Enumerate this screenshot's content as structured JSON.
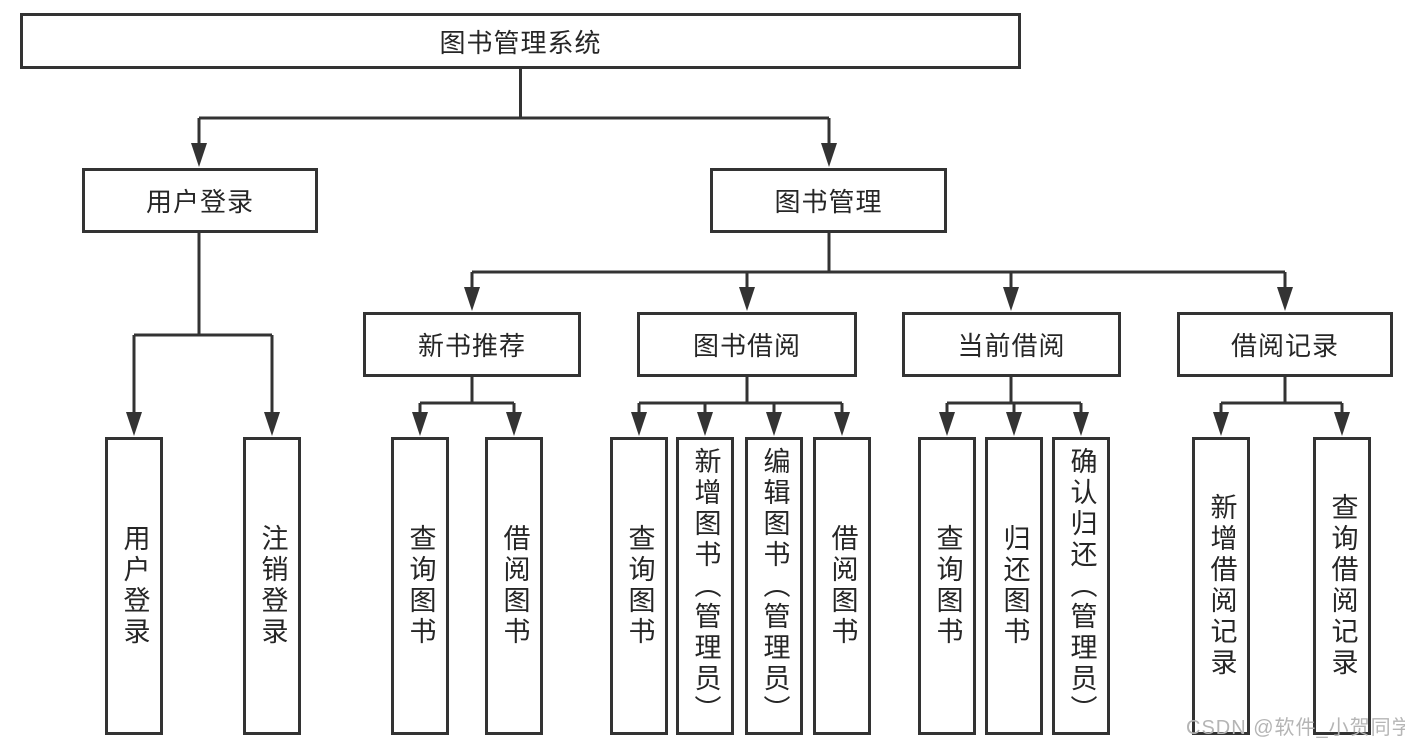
{
  "diagram": {
    "type": "hierarchy-tree",
    "root": {
      "label": "图书管理系统",
      "children": [
        {
          "label": "用户登录",
          "children": [
            {
              "label": "用户登录"
            },
            {
              "label": "注销登录"
            }
          ]
        },
        {
          "label": "图书管理",
          "children": [
            {
              "label": "新书推荐",
              "children": [
                {
                  "label": "查询图书"
                },
                {
                  "label": "借阅图书"
                }
              ]
            },
            {
              "label": "图书借阅",
              "children": [
                {
                  "label": "查询图书"
                },
                {
                  "label": "新增图书（管理员）"
                },
                {
                  "label": "编辑图书（管理员）"
                },
                {
                  "label": "借阅图书"
                }
              ]
            },
            {
              "label": "当前借阅",
              "children": [
                {
                  "label": "查询图书"
                },
                {
                  "label": "归还图书"
                },
                {
                  "label": "确认归还（管理员）"
                }
              ]
            },
            {
              "label": "借阅记录",
              "children": [
                {
                  "label": "新增借阅记录"
                },
                {
                  "label": "查询借阅记录"
                }
              ]
            }
          ]
        }
      ]
    },
    "watermark": "CSDN @软件_小贺同学",
    "colors": {
      "background": "#ffffff",
      "line": "#333333",
      "text": "#262626",
      "watermark": "#b5b5b5"
    }
  }
}
